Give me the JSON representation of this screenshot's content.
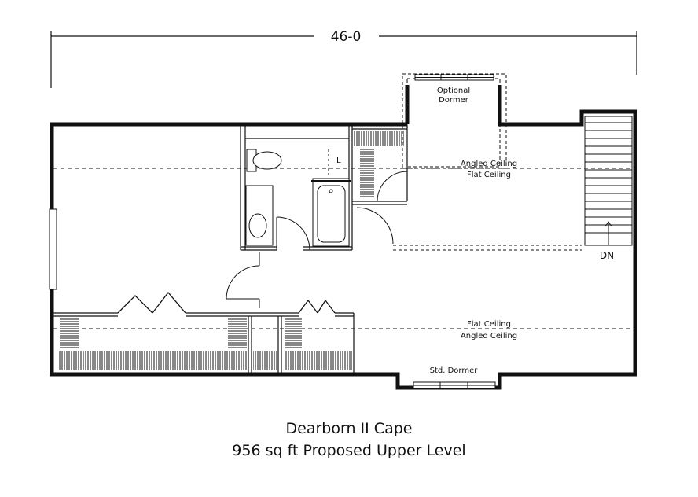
{
  "dimension": "46-0",
  "labels": {
    "optional_dormer_line1": "Optional",
    "optional_dormer_line2": "Dormer",
    "angled_ceiling_upper": "Angled Ceiling",
    "flat_ceiling_upper": "Flat Ceiling",
    "flat_ceiling_lower": "Flat Ceiling",
    "angled_ceiling_lower": "Angled Ceiling",
    "std_dormer": "Std. Dormer",
    "linen": "L",
    "stair_down": "DN"
  },
  "caption": {
    "title": "Dearborn II Cape",
    "subtitle": "956 sq ft Proposed Upper Level"
  }
}
